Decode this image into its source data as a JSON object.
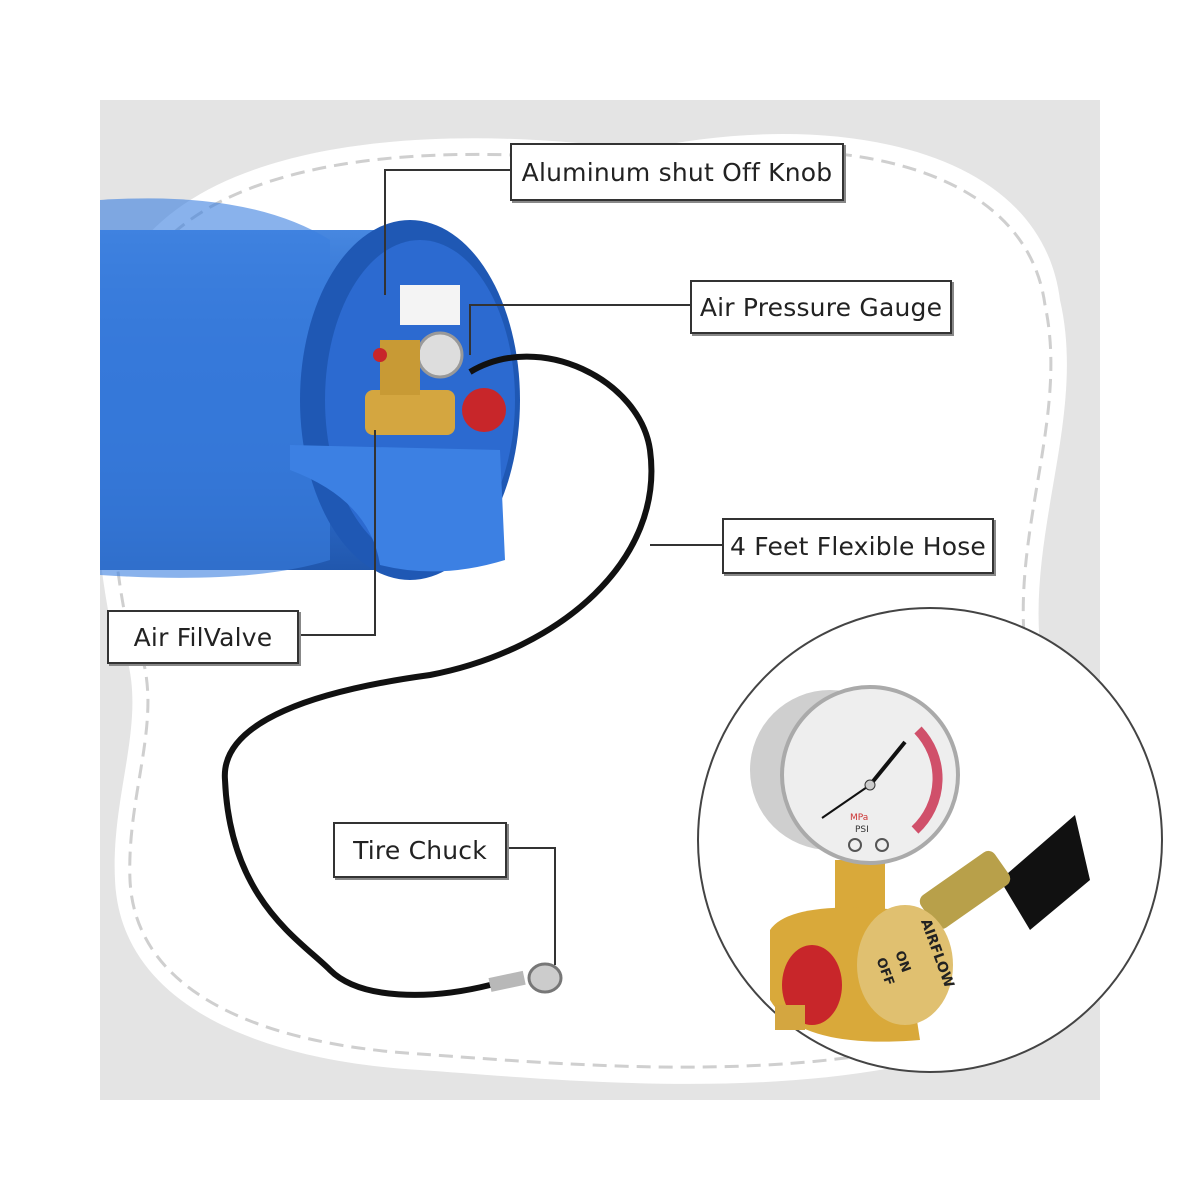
{
  "labels": {
    "knob": "Aluminum shut Off Knob",
    "gauge": "Air Pressure Gauge",
    "hose": "4 Feet Flexible Hose",
    "valve": "Air FilValve",
    "chuck": "Tire Chuck"
  },
  "inset": {
    "valve_text": "AIRFLOW",
    "on_text": "ON",
    "off_text": "OFF",
    "unit_mpa": "MPa",
    "unit_psi": "PSI"
  },
  "colors": {
    "background": "#e4e4e4",
    "tank": "#2f6fd0",
    "brass": "#d4a640",
    "knob_red": "#c8262a",
    "hose": "#111111"
  }
}
